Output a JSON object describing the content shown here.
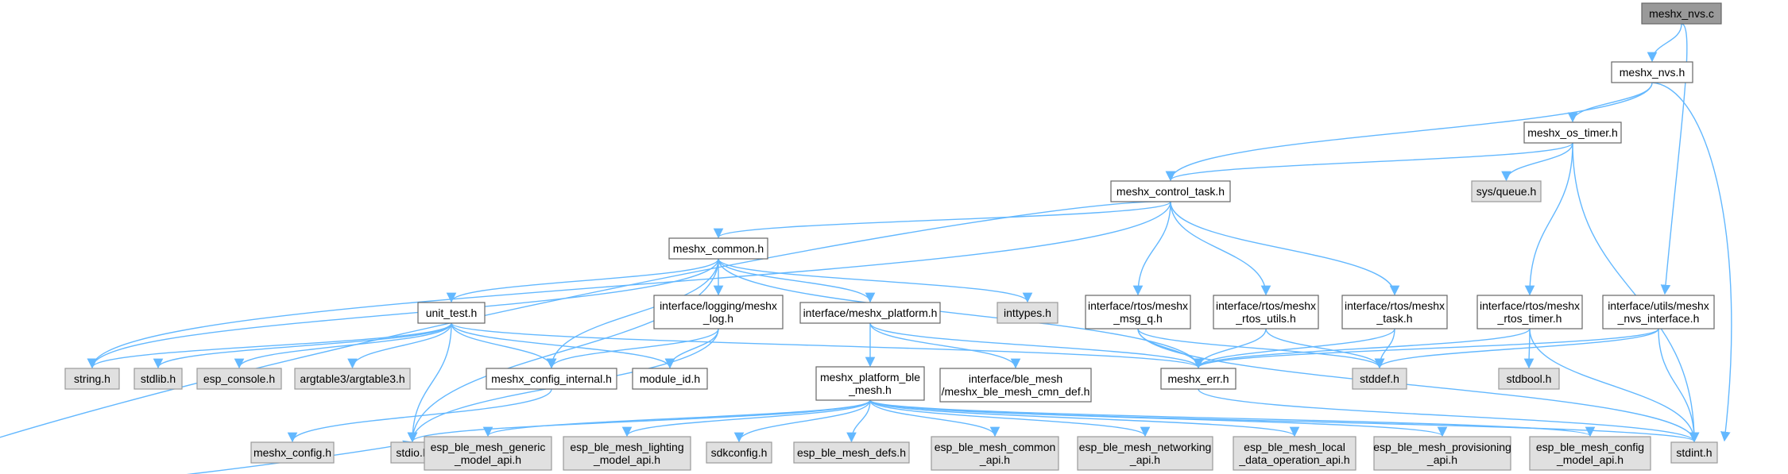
{
  "colors": {
    "edge": "#63b8ff",
    "node_default_fill": "#ffffff",
    "node_default_stroke": "#666666",
    "node_external_fill": "#e0e0e0",
    "node_external_stroke": "#999999",
    "node_root_fill": "#999999",
    "node_root_stroke": "#666666"
  },
  "nodes": [
    {
      "id": "meshx_nvs_c",
      "lines": [
        "meshx_nvs.c"
      ],
      "kind": "root"
    },
    {
      "id": "meshx_nvs_h",
      "lines": [
        "meshx_nvs.h"
      ],
      "kind": "default"
    },
    {
      "id": "meshx_os_timer_h",
      "lines": [
        "meshx_os_timer.h"
      ],
      "kind": "default"
    },
    {
      "id": "sys_queue_h",
      "lines": [
        "sys/queue.h"
      ],
      "kind": "external"
    },
    {
      "id": "meshx_control_task_h",
      "lines": [
        "meshx_control_task.h"
      ],
      "kind": "default"
    },
    {
      "id": "meshx_common_h",
      "lines": [
        "meshx_common.h"
      ],
      "kind": "default"
    },
    {
      "id": "inttypes_h",
      "lines": [
        "inttypes.h"
      ],
      "kind": "external"
    },
    {
      "id": "unit_test_h",
      "lines": [
        "unit_test.h"
      ],
      "kind": "default"
    },
    {
      "id": "interface_logging_meshx_log_h",
      "lines": [
        "interface/logging/meshx",
        "_log.h"
      ],
      "kind": "default"
    },
    {
      "id": "interface_meshx_platform_h",
      "lines": [
        "interface/meshx_platform.h"
      ],
      "kind": "default"
    },
    {
      "id": "interface_rtos_meshx_msg_q_h",
      "lines": [
        "interface/rtos/meshx",
        "_msg_q.h"
      ],
      "kind": "default"
    },
    {
      "id": "interface_rtos_meshx_rtos_utils_h",
      "lines": [
        "interface/rtos/meshx",
        "_rtos_utils.h"
      ],
      "kind": "default"
    },
    {
      "id": "interface_rtos_meshx_task_h",
      "lines": [
        "interface/rtos/meshx",
        "_task.h"
      ],
      "kind": "default"
    },
    {
      "id": "interface_rtos_meshx_rtos_timer_h",
      "lines": [
        "interface/rtos/meshx",
        "_rtos_timer.h"
      ],
      "kind": "default"
    },
    {
      "id": "interface_utils_meshx_nvs_interface_h",
      "lines": [
        "interface/utils/meshx",
        "_nvs_interface.h"
      ],
      "kind": "default"
    },
    {
      "id": "string_h",
      "lines": [
        "string.h"
      ],
      "kind": "external"
    },
    {
      "id": "stdlib_h",
      "lines": [
        "stdlib.h"
      ],
      "kind": "external"
    },
    {
      "id": "esp_console_h",
      "lines": [
        "esp_console.h"
      ],
      "kind": "external"
    },
    {
      "id": "argtable3_h",
      "lines": [
        "argtable3/argtable3.h"
      ],
      "kind": "external"
    },
    {
      "id": "meshx_config_internal_h",
      "lines": [
        "meshx_config_internal.h"
      ],
      "kind": "default"
    },
    {
      "id": "module_id_h",
      "lines": [
        "module_id.h"
      ],
      "kind": "default"
    },
    {
      "id": "meshx_platform_ble_mesh_h",
      "lines": [
        "meshx_platform_ble",
        "_mesh.h"
      ],
      "kind": "default"
    },
    {
      "id": "interface_ble_mesh_cmn_def_h",
      "lines": [
        "interface/ble_mesh",
        "/meshx_ble_mesh_cmn_def.h"
      ],
      "kind": "default"
    },
    {
      "id": "meshx_err_h",
      "lines": [
        "meshx_err.h"
      ],
      "kind": "default"
    },
    {
      "id": "stddef_h",
      "lines": [
        "stddef.h"
      ],
      "kind": "external"
    },
    {
      "id": "stdbool_h",
      "lines": [
        "stdbool.h"
      ],
      "kind": "external"
    },
    {
      "id": "meshx_config_h",
      "lines": [
        "meshx_config.h"
      ],
      "kind": "external"
    },
    {
      "id": "stdio_h",
      "lines": [
        "stdio.h"
      ],
      "kind": "external"
    },
    {
      "id": "esp_ble_mesh_generic_model_api_h",
      "lines": [
        "esp_ble_mesh_generic",
        "_model_api.h"
      ],
      "kind": "external"
    },
    {
      "id": "esp_ble_mesh_lighting_model_api_h",
      "lines": [
        "esp_ble_mesh_lighting",
        "_model_api.h"
      ],
      "kind": "external"
    },
    {
      "id": "sdkconfig_h",
      "lines": [
        "sdkconfig.h"
      ],
      "kind": "external"
    },
    {
      "id": "esp_ble_mesh_defs_h",
      "lines": [
        "esp_ble_mesh_defs.h"
      ],
      "kind": "external"
    },
    {
      "id": "esp_ble_mesh_common_api_h",
      "lines": [
        "esp_ble_mesh_common",
        "_api.h"
      ],
      "kind": "external"
    },
    {
      "id": "esp_ble_mesh_networking_api_h",
      "lines": [
        "esp_ble_mesh_networking",
        "_api.h"
      ],
      "kind": "external"
    },
    {
      "id": "esp_ble_mesh_local_data_operation_api_h",
      "lines": [
        "esp_ble_mesh_local",
        "_data_operation_api.h"
      ],
      "kind": "external"
    },
    {
      "id": "esp_ble_mesh_provisioning_api_h",
      "lines": [
        "esp_ble_mesh_provisioning",
        "_api.h"
      ],
      "kind": "external"
    },
    {
      "id": "esp_ble_mesh_config_model_api_h",
      "lines": [
        "esp_ble_mesh_config",
        "_model_api.h"
      ],
      "kind": "external"
    },
    {
      "id": "stdint_h",
      "lines": [
        "stdint.h"
      ],
      "kind": "external"
    }
  ],
  "edges": [
    [
      "meshx_nvs_c",
      "meshx_nvs_h"
    ],
    [
      "meshx_nvs_c",
      "interface_utils_meshx_nvs_interface_h"
    ],
    [
      "meshx_nvs_h",
      "meshx_os_timer_h"
    ],
    [
      "meshx_nvs_h",
      "meshx_control_task_h"
    ],
    [
      "meshx_nvs_h",
      "stdint_h"
    ],
    [
      "meshx_os_timer_h",
      "meshx_control_task_h"
    ],
    [
      "meshx_os_timer_h",
      "sys_queue_h"
    ],
    [
      "meshx_os_timer_h",
      "interface_rtos_meshx_rtos_timer_h"
    ],
    [
      "meshx_os_timer_h",
      "stdint_h"
    ],
    [
      "meshx_control_task_h",
      "meshx_common_h"
    ],
    [
      "meshx_control_task_h",
      "string_h"
    ],
    [
      "meshx_control_task_h",
      "stdio_h"
    ],
    [
      "meshx_control_task_h",
      "interface_rtos_meshx_msg_q_h"
    ],
    [
      "meshx_control_task_h",
      "interface_rtos_meshx_rtos_utils_h"
    ],
    [
      "meshx_control_task_h",
      "interface_rtos_meshx_task_h"
    ],
    [
      "meshx_common_h",
      "string_h"
    ],
    [
      "meshx_common_h",
      "unit_test_h"
    ],
    [
      "meshx_common_h",
      "meshx_config_internal_h"
    ],
    [
      "meshx_common_h",
      "stdio_h"
    ],
    [
      "meshx_common_h",
      "interface_logging_meshx_log_h"
    ],
    [
      "meshx_common_h",
      "interface_meshx_platform_h"
    ],
    [
      "meshx_common_h",
      "inttypes_h"
    ],
    [
      "meshx_common_h",
      "meshx_err_h"
    ],
    [
      "unit_test_h",
      "string_h"
    ],
    [
      "unit_test_h",
      "stdlib_h"
    ],
    [
      "unit_test_h",
      "esp_console_h"
    ],
    [
      "unit_test_h",
      "argtable3_h"
    ],
    [
      "unit_test_h",
      "meshx_config_internal_h"
    ],
    [
      "unit_test_h",
      "module_id_h"
    ],
    [
      "unit_test_h",
      "meshx_err_h"
    ],
    [
      "unit_test_h",
      "stdio_h"
    ],
    [
      "interface_logging_meshx_log_h",
      "meshx_config_internal_h"
    ],
    [
      "interface_logging_meshx_log_h",
      "module_id_h"
    ],
    [
      "interface_logging_meshx_log_h",
      "stdio_h"
    ],
    [
      "interface_meshx_platform_h",
      "meshx_platform_ble_mesh_h"
    ],
    [
      "interface_meshx_platform_h",
      "interface_ble_mesh_cmn_def_h"
    ],
    [
      "interface_meshx_platform_h",
      "meshx_err_h"
    ],
    [
      "meshx_config_internal_h",
      "meshx_config_h"
    ],
    [
      "interface_rtos_meshx_msg_q_h",
      "meshx_err_h"
    ],
    [
      "interface_rtos_meshx_msg_q_h",
      "stddef_h"
    ],
    [
      "interface_rtos_meshx_msg_q_h",
      "stdint_h"
    ],
    [
      "interface_rtos_meshx_rtos_utils_h",
      "meshx_err_h"
    ],
    [
      "interface_rtos_meshx_rtos_utils_h",
      "stddef_h"
    ],
    [
      "interface_rtos_meshx_task_h",
      "meshx_err_h"
    ],
    [
      "interface_rtos_meshx_task_h",
      "stddef_h"
    ],
    [
      "interface_rtos_meshx_rtos_timer_h",
      "meshx_err_h"
    ],
    [
      "interface_rtos_meshx_rtos_timer_h",
      "stdbool_h"
    ],
    [
      "interface_rtos_meshx_rtos_timer_h",
      "stdint_h"
    ],
    [
      "interface_utils_meshx_nvs_interface_h",
      "meshx_err_h"
    ],
    [
      "interface_utils_meshx_nvs_interface_h",
      "stddef_h"
    ],
    [
      "interface_utils_meshx_nvs_interface_h",
      "stdint_h"
    ],
    [
      "meshx_err_h",
      "stdint_h"
    ],
    [
      "meshx_platform_ble_mesh_h",
      "stdio_h"
    ],
    [
      "meshx_platform_ble_mesh_h",
      "esp_ble_mesh_generic_model_api_h"
    ],
    [
      "meshx_platform_ble_mesh_h",
      "esp_ble_mesh_lighting_model_api_h"
    ],
    [
      "meshx_platform_ble_mesh_h",
      "sdkconfig_h"
    ],
    [
      "meshx_platform_ble_mesh_h",
      "esp_ble_mesh_defs_h"
    ],
    [
      "meshx_platform_ble_mesh_h",
      "esp_ble_mesh_common_api_h"
    ],
    [
      "meshx_platform_ble_mesh_h",
      "esp_ble_mesh_networking_api_h"
    ],
    [
      "meshx_platform_ble_mesh_h",
      "esp_ble_mesh_local_data_operation_api_h"
    ],
    [
      "meshx_platform_ble_mesh_h",
      "esp_ble_mesh_provisioning_api_h"
    ],
    [
      "meshx_platform_ble_mesh_h",
      "esp_ble_mesh_config_model_api_h"
    ],
    [
      "meshx_platform_ble_mesh_h",
      "stdint_h"
    ]
  ]
}
